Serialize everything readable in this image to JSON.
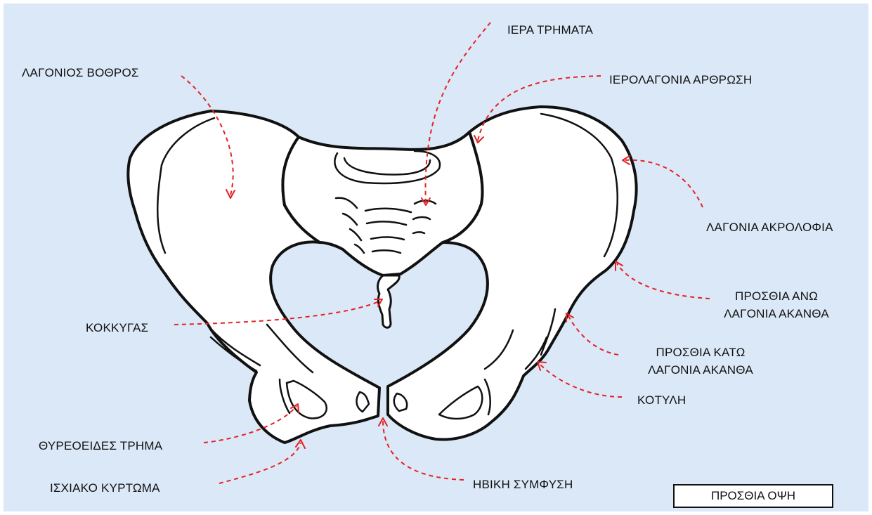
{
  "labels": {
    "iliac_fossa": "ΛΑΓΟΝΙΟΣ ΒΟΘΡΟΣ",
    "sacral_foramina": "ΙΕΡΑ ΤΡΗΜΑΤΑ",
    "sacroiliac_joint": "ΙΕΡΟΛΑΓΟΝΙΑ ΑΡΘΡΩΣΗ",
    "iliac_crest": "ΛΑΓΟΝΙΑ ΑΚΡΟΛΟΦΙΑ",
    "asis_line1": "ΠΡΟΣΘΙΑ ΑΝΩ",
    "asis_line2": "ΛΑΓΟΝΙΑ ΑΚΑΝΘΑ",
    "aiis_line1": "ΠΡΟΣΘΙΑ ΚΑΤΩ",
    "aiis_line2": "ΛΑΓΟΝΙΑ ΑΚΑΝΘΑ",
    "acetabulum": "ΚΟΤΥΛΗ",
    "coccyx": "ΚΟΚΚΥΓΑΣ",
    "obturator_foramen": "ΘΥΡΕΟΕΙΔΕΣ ΤΡΗΜΑ",
    "ischial_tuberosity": "ΙΣΧΙΑΚΟ ΚΥΡΤΩΜΑ",
    "pubic_symphysis": "ΗΒΙΚΗ ΣΥΜΦΥΣΗ",
    "view": "ΠΡΟΣΘΙΑ ΟΨΗ"
  },
  "colors": {
    "background": "#dbe8f7",
    "arrow": "#e52222",
    "outline": "#111111",
    "bone": "#ffffff"
  }
}
